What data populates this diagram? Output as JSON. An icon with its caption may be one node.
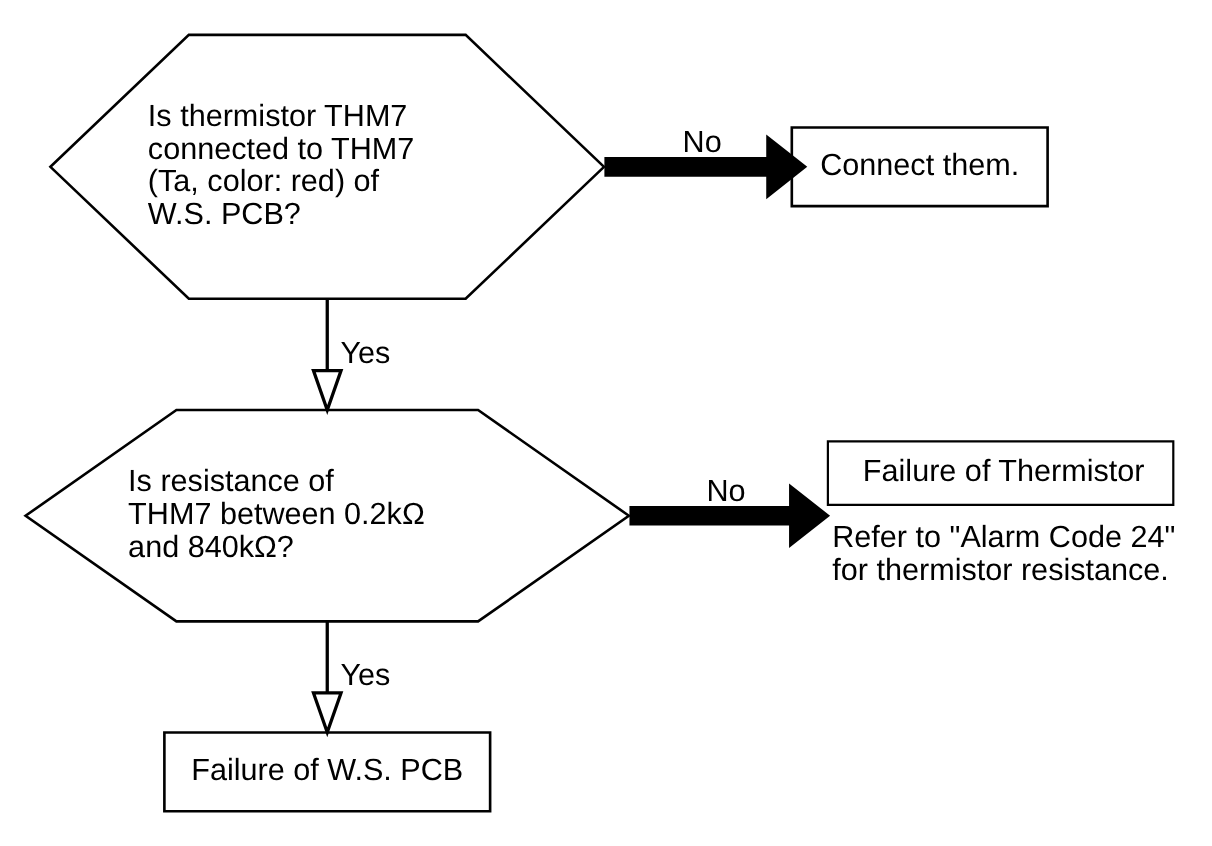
{
  "diagram": {
    "nodes": [
      {
        "text": [
          "Is thermistor THM7 connected to THM7 (Ta, color: red) of W.S. PCB?"
        ]
      },
      {
        "text": [
          "Connect them."
        ]
      },
      {
        "text": [
          "Is resistance of THM7 between 0.2kΩ and 840kΩ?"
        ]
      },
      {
        "text": [
          "Failure of Thermistor"
        ],
        "beside": [
          "Refer to \"Alarm Code 24\" for thermistor resistance."
        ]
      },
      {
        "text": [
          "Failure of W.S. PCB"
        ]
      }
    ],
    "edges": [
      {
        "from": 0,
        "to": 1,
        "arrow": "to",
        "label": "No",
        "style": "thick"
      },
      {
        "from": 0,
        "to": 2,
        "arrow": "to",
        "label": "Yes"
      },
      {
        "from": 2,
        "to": 3,
        "arrow": "to",
        "label": "No",
        "style": "thick"
      },
      {
        "from": 2,
        "to": 4,
        "arrow": "to",
        "label": "Yes"
      }
    ]
  }
}
